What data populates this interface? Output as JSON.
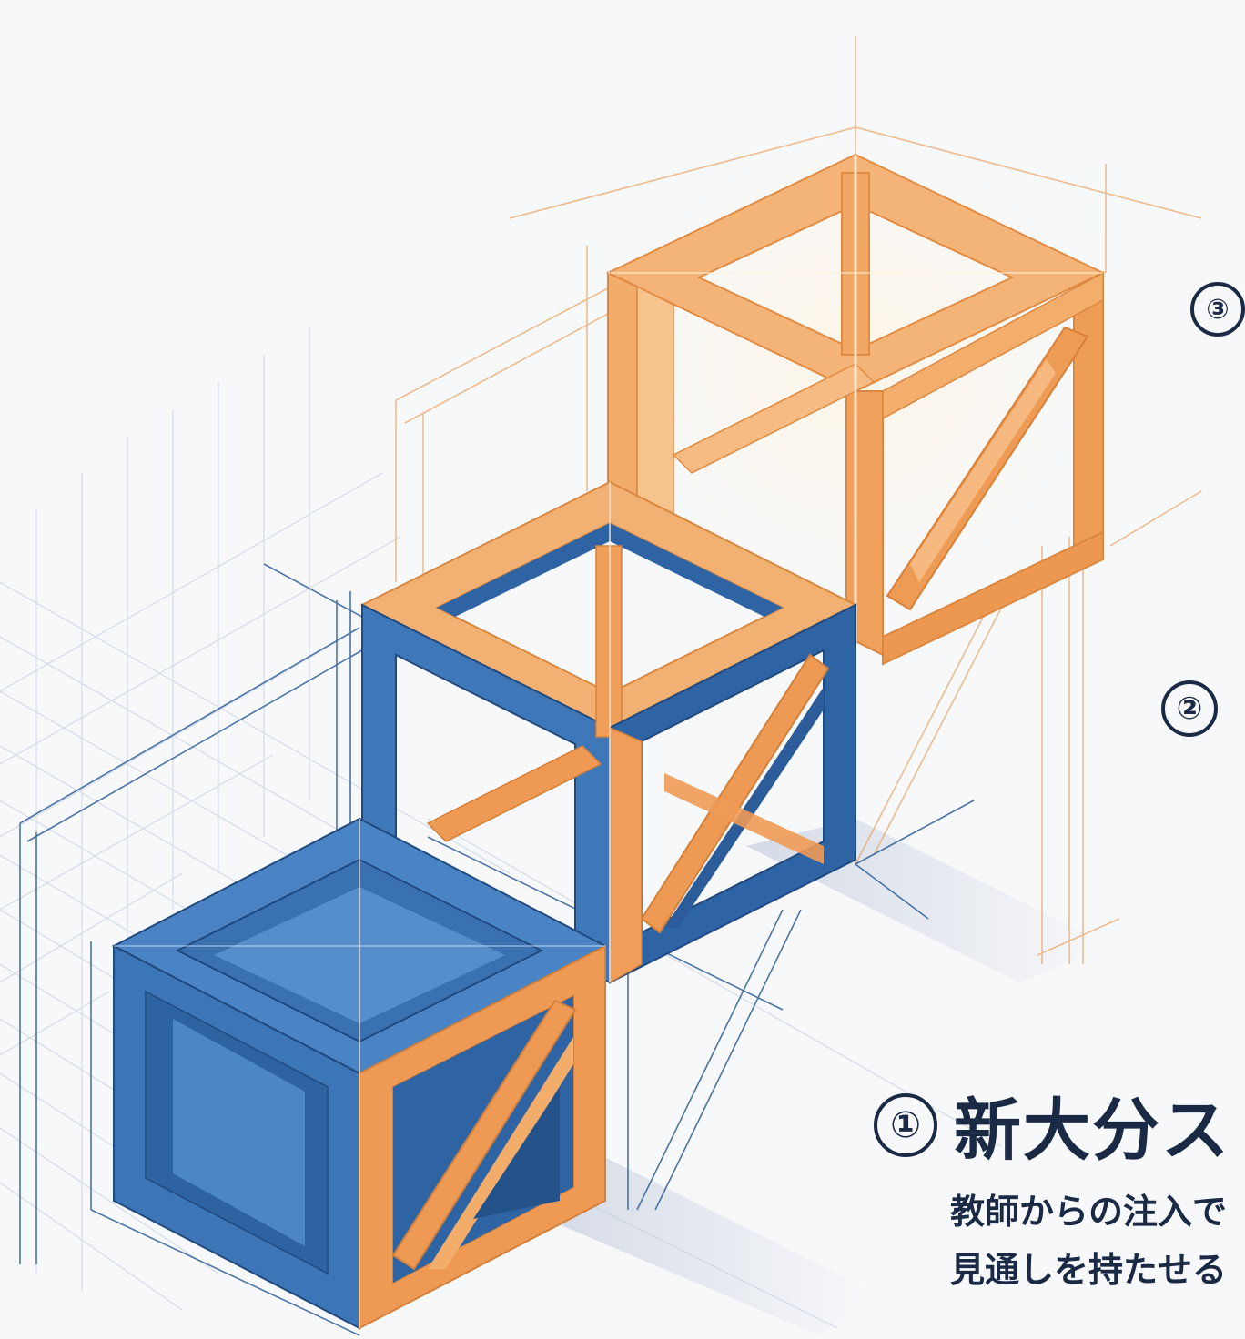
{
  "steps": [
    {
      "number": "①",
      "title": "新大分ス",
      "description_lines": [
        "教師からの注入で",
        "見通しを持たせる"
      ]
    },
    {
      "number": "②"
    },
    {
      "number": "③"
    }
  ],
  "colors": {
    "blue": "#3b73b3",
    "blue_dark": "#24528a",
    "orange": "#ec9a55",
    "orange_light": "#f6b879",
    "ink": "#1b2a44",
    "grid": "#d4dce8"
  },
  "blocks": [
    {
      "name": "bottom-blue-cube",
      "color": "blue",
      "fill": "solid"
    },
    {
      "name": "middle-blue-orange-cube",
      "color": "mixed",
      "fill": "frame"
    },
    {
      "name": "top-orange-cube",
      "color": "orange",
      "fill": "frame"
    }
  ]
}
